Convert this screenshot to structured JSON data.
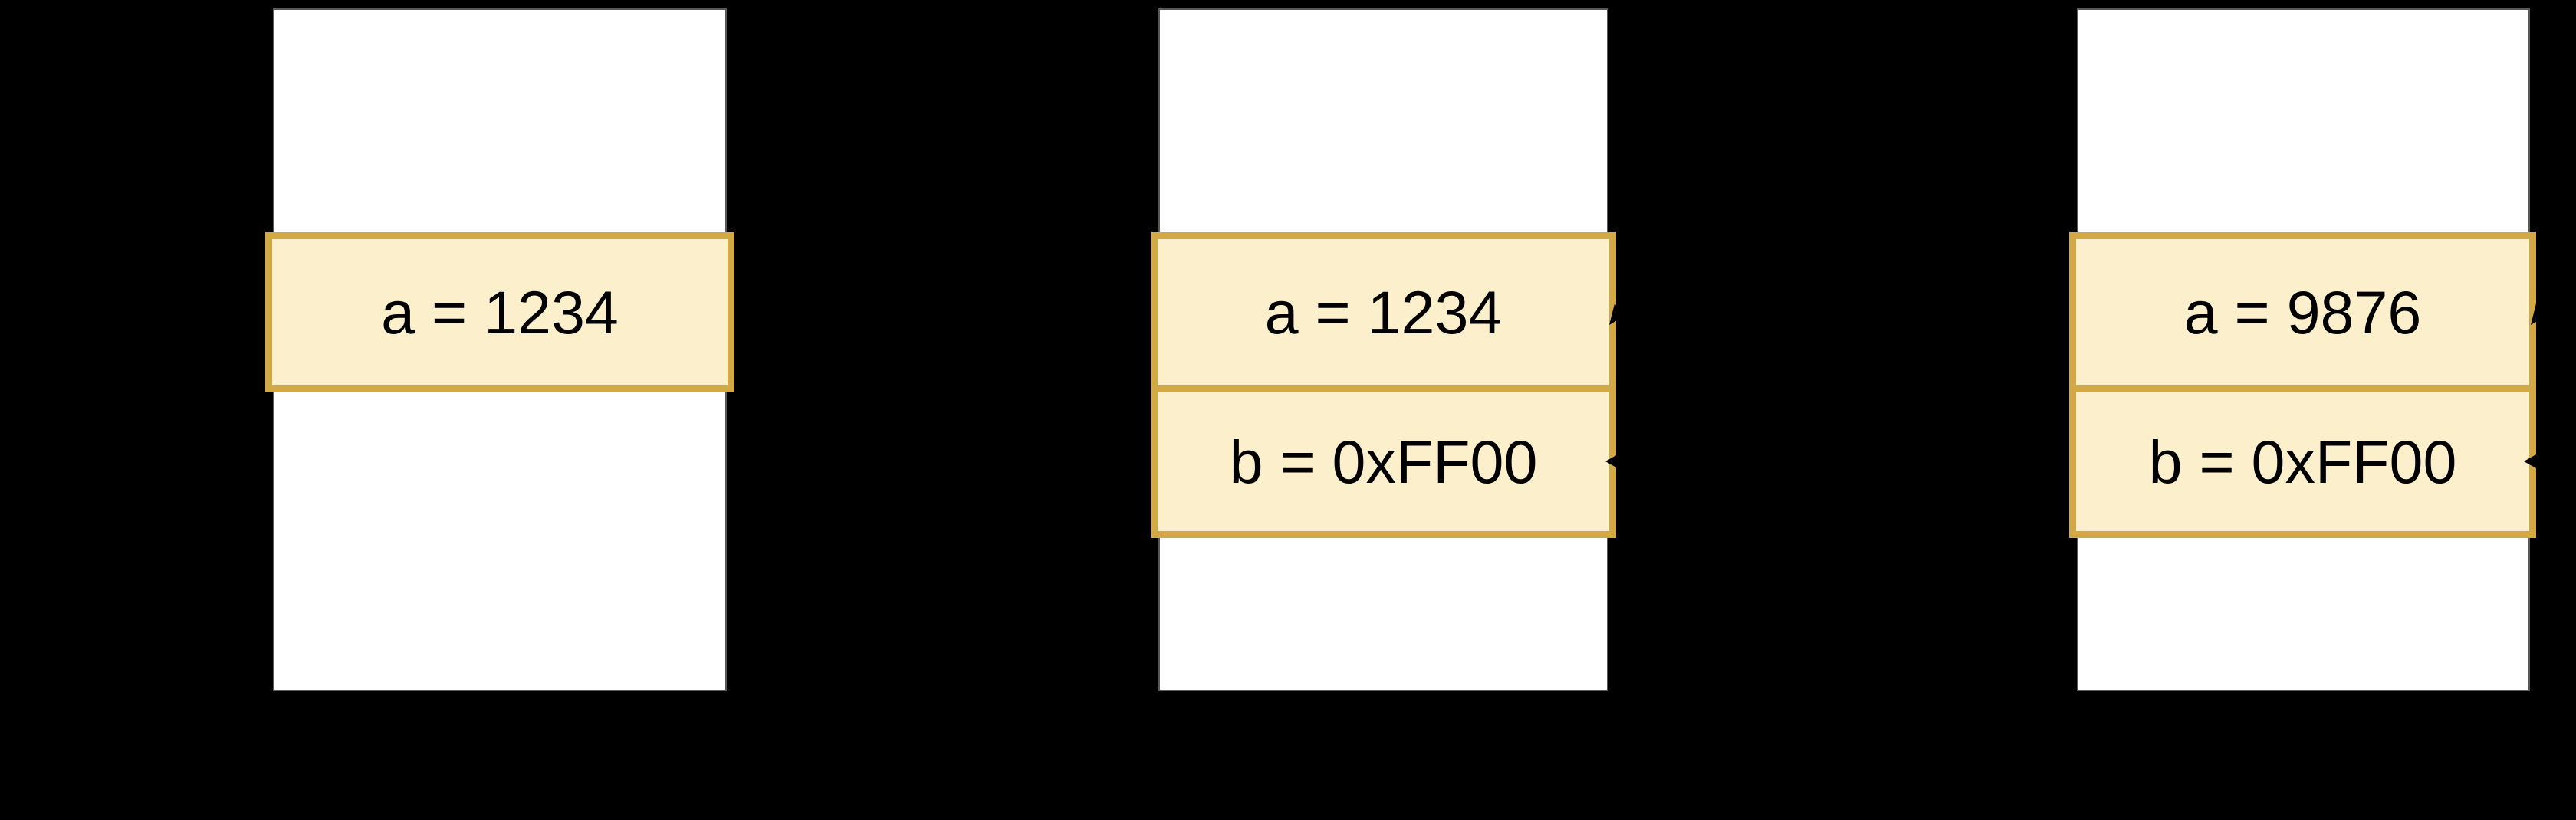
{
  "colors": {
    "background": "#000000",
    "panel_fill": "#ffffff",
    "panel_border": "#595959",
    "row_fill": "#fcf0cc",
    "row_border": "#d2a945",
    "row_text": "#000000",
    "arrow": "#000000"
  },
  "panels": [
    {
      "id": "memory-state-1",
      "rows": [
        {
          "label": "a = 1234"
        }
      ]
    },
    {
      "id": "memory-state-2",
      "rows": [
        {
          "label": "a = 1234"
        },
        {
          "label": "b = 0xFF00"
        }
      ]
    },
    {
      "id": "memory-state-3",
      "rows": [
        {
          "label": "a = 9876"
        },
        {
          "label": "b = 0xFF00"
        }
      ]
    }
  ],
  "arrowheads": [
    {
      "target": "panel-2-row-a"
    },
    {
      "target": "panel-2-row-b"
    },
    {
      "target": "panel-3-row-a"
    },
    {
      "target": "panel-3-row-b"
    }
  ]
}
